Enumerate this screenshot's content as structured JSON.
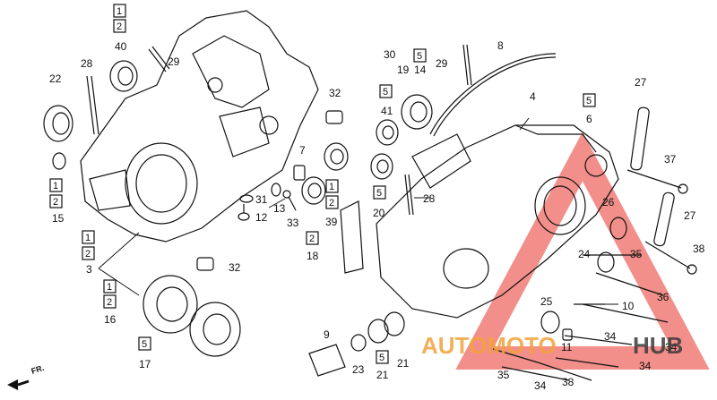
{
  "callouts": [
    {
      "id": "c22",
      "text": "22"
    },
    {
      "id": "c28a",
      "text": "28"
    },
    {
      "id": "c40",
      "text": "40"
    },
    {
      "id": "c29a",
      "text": "29"
    },
    {
      "id": "c15",
      "text": "15"
    },
    {
      "id": "c3",
      "text": "3"
    },
    {
      "id": "c31",
      "text": "31"
    },
    {
      "id": "c12",
      "text": "12"
    },
    {
      "id": "c13",
      "text": "13"
    },
    {
      "id": "c33",
      "text": "33"
    },
    {
      "id": "c7",
      "text": "7"
    },
    {
      "id": "c32a",
      "text": "32"
    },
    {
      "id": "c39",
      "text": "39"
    },
    {
      "id": "c18",
      "text": "18"
    },
    {
      "id": "c32b",
      "text": "32"
    },
    {
      "id": "c16",
      "text": "16"
    },
    {
      "id": "c17",
      "text": "17"
    },
    {
      "id": "c30",
      "text": "30"
    },
    {
      "id": "c19",
      "text": "19"
    },
    {
      "id": "c14",
      "text": "14"
    },
    {
      "id": "c29b",
      "text": "29"
    },
    {
      "id": "c8",
      "text": "8"
    },
    {
      "id": "c41",
      "text": "41"
    },
    {
      "id": "c4",
      "text": "4"
    },
    {
      "id": "c6",
      "text": "6"
    },
    {
      "id": "c20",
      "text": "20"
    },
    {
      "id": "c28b",
      "text": "28"
    },
    {
      "id": "c27a",
      "text": "27"
    },
    {
      "id": "c37",
      "text": "37"
    },
    {
      "id": "c26",
      "text": "26"
    },
    {
      "id": "c27b",
      "text": "27"
    },
    {
      "id": "c35a",
      "text": "35"
    },
    {
      "id": "c38a",
      "text": "38"
    },
    {
      "id": "c24",
      "text": "24"
    },
    {
      "id": "c36",
      "text": "36"
    },
    {
      "id": "c25",
      "text": "25"
    },
    {
      "id": "c10",
      "text": "10"
    },
    {
      "id": "c11",
      "text": "11"
    },
    {
      "id": "c34a",
      "text": "34"
    },
    {
      "id": "c34b",
      "text": "34"
    },
    {
      "id": "c34c",
      "text": "34"
    },
    {
      "id": "c9",
      "text": "9"
    },
    {
      "id": "c23",
      "text": "23"
    },
    {
      "id": "c21a",
      "text": "21"
    },
    {
      "id": "c21b",
      "text": "21"
    },
    {
      "id": "c35b",
      "text": "35"
    },
    {
      "id": "c38b",
      "text": "38"
    },
    {
      "id": "c34d",
      "text": "34"
    }
  ],
  "boxed": [
    {
      "id": "b1a",
      "text": "1"
    },
    {
      "id": "b2a",
      "text": "2"
    },
    {
      "id": "b1b",
      "text": "1"
    },
    {
      "id": "b2b",
      "text": "2"
    },
    {
      "id": "b1c",
      "text": "1"
    },
    {
      "id": "b2c",
      "text": "2"
    },
    {
      "id": "b1d",
      "text": "1"
    },
    {
      "id": "b2d",
      "text": "2"
    },
    {
      "id": "b1e",
      "text": "1"
    },
    {
      "id": "b2e",
      "text": "2"
    },
    {
      "id": "b2f",
      "text": "2"
    },
    {
      "id": "b5a",
      "text": "5"
    },
    {
      "id": "b5b",
      "text": "5"
    },
    {
      "id": "b5c",
      "text": "5"
    },
    {
      "id": "b5d",
      "text": "5"
    },
    {
      "id": "b5e",
      "text": "5"
    },
    {
      "id": "b5f",
      "text": "5"
    }
  ],
  "direction_label": "FR.",
  "watermark": {
    "text_left": "AUTOMOTO",
    "text_right": "HUB",
    "color_left": "#f2a23a",
    "color_right": "#3a3a3a",
    "logo_color": "#e8332a"
  }
}
